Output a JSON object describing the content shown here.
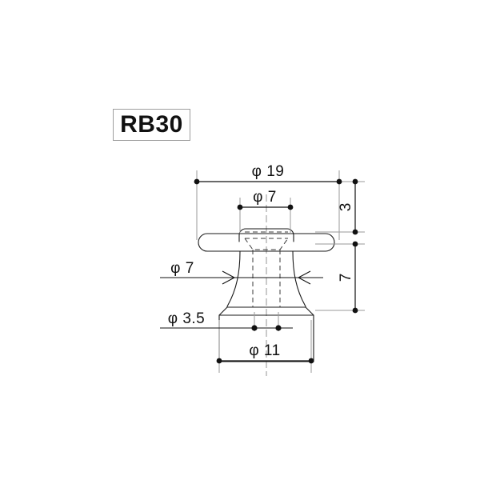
{
  "document": {
    "type": "technical-drawing",
    "background_color": "#ffffff",
    "line_color": "#1a1a1a",
    "extension_line_color": "#9a9a9a",
    "hidden_line_color": "#3a3a3a"
  },
  "part_label": {
    "text": "RB30",
    "border_color": "#9d9d9d"
  },
  "dimensions": {
    "top_outer": {
      "text": "φ 19",
      "value": 19,
      "symbol": "φ"
    },
    "top_inner": {
      "text": "φ 7",
      "value": 7,
      "symbol": "φ"
    },
    "left_neck": {
      "text": "φ 7",
      "value": 7,
      "symbol": "φ"
    },
    "left_base_hole": {
      "text": "φ 3.5",
      "value": 3.5,
      "symbol": "φ"
    },
    "bottom_base": {
      "text": "φ 11",
      "value": 11,
      "symbol": "φ"
    },
    "right_upper": {
      "text": "3",
      "value": 3
    },
    "right_lower": {
      "text": "7",
      "value": 7
    }
  }
}
